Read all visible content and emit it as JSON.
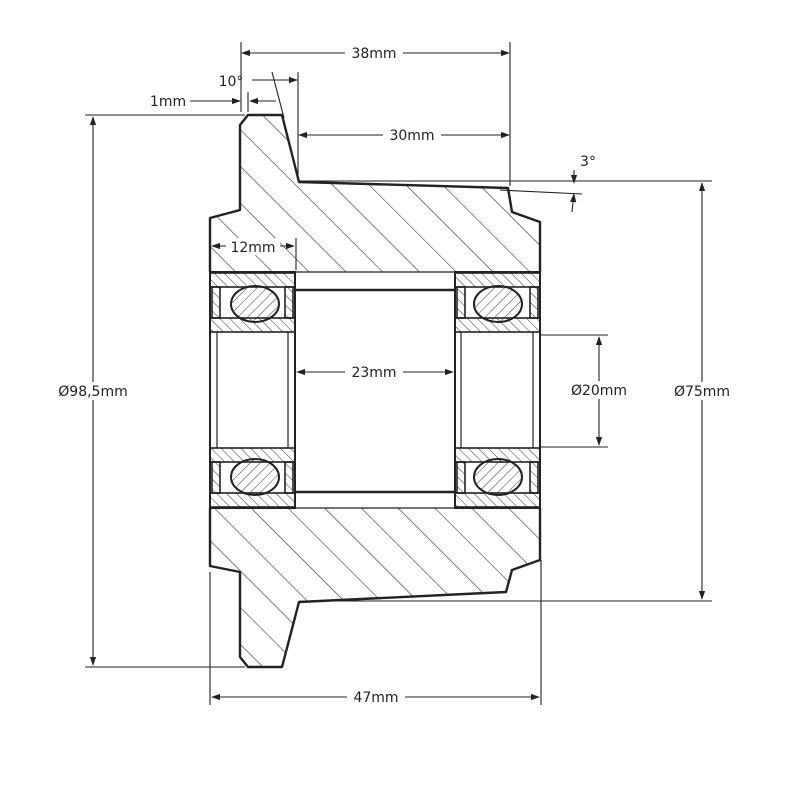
{
  "dimensions": {
    "overall_length": "38mm",
    "flange_width": "1mm",
    "flange_angle": "10°",
    "tread_length": "30mm",
    "taper_angle": "3°",
    "bearing_width": "12mm",
    "inner_bore": "23mm",
    "bearing_bore_dia": "Ø20mm",
    "outer_dia_flange": "Ø98,5mm",
    "tread_dia": "Ø75mm",
    "total_width": "47mm"
  }
}
